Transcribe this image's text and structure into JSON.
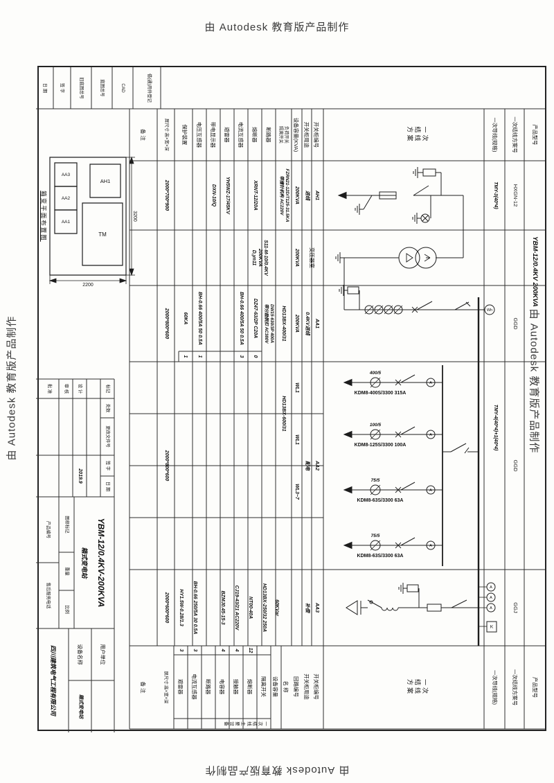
{
  "stamp": "由 Autodesk 教育版产品制作",
  "header": {
    "product_model_label": "产品型号",
    "product_model_value": "YBM-12/0.4KV 200KVA",
    "scheme_no_label": "一次结线方案号",
    "scheme_no": {
      "ah1": "HXGN-12",
      "aa1": "GGD",
      "aa2": "GGD",
      "aa3": "GGJ"
    },
    "conductor_label": "一次导线(规格)",
    "conductor": {
      "ah1": "TMY-3(40*4)",
      "lv": "TMY-4(40*4)+1(40*4)"
    }
  },
  "scheme_row_label": "一次\n结线\n方案",
  "left_rows": {
    "panel_no": "开关柜编号",
    "panel_use": "开关柜用途",
    "capacity": "设备容量(KVA)",
    "load_switch": "负荷开关\n隔离开关",
    "breaker": "断路器",
    "fuse": "熔断器",
    "ct": "电流互感器",
    "arrester": "避雷器",
    "live_display": "带电显示器",
    "pt": "电压互感器",
    "protection": "保护装置",
    "size": "屏尺寸:高×宽×深",
    "note": "备  注"
  },
  "right_rows": {
    "panel_no": "开关柜编号",
    "panel_use": "开关柜用途",
    "circuit_no": "回路编号",
    "name": "名  称",
    "capacity": "设备容量",
    "isolator": "隔离开关",
    "fuse": "熔断器",
    "contactor": "接触器",
    "capacitor": "电容器",
    "breaker": "断路器",
    "ct": "电流互感器",
    "arrester": "避雷器",
    "size": "屏尺寸:高×宽×深",
    "note": "备  注",
    "group": "一\n次\n结\n线\n主\n要\n设\n备",
    "qty": {
      "fuse": "12",
      "contactor": "4",
      "capacitor": "4",
      "ct": "3",
      "arrester": "3"
    }
  },
  "panels": {
    "ah1": {
      "no": "AH1",
      "use": "进线",
      "capacity": "200KVA",
      "load_switch": "FZRN21-12D/T125-31.5KA\n带撞针机构 AC220V",
      "fuse": "XRNT-12/20A",
      "arrester": "YH5WZ-17/45KV",
      "live_display": "DXN-10/Q",
      "size": "2000*700*900"
    },
    "tr": {
      "name": "变压器室",
      "capacity": "200KVA",
      "transformer": "S11-M-10/0.4KV\n200KVA\nD,yn11"
    },
    "aa1": {
      "no": "AA1",
      "use": "0.4KV进线",
      "capacity": "200KVA",
      "isolator": "HD13BX-400/31",
      "breaker": "DW15-630/3P 400A\n带分励脱扣 AC380V",
      "fuse": "DZ47-63/2P C20A",
      "fuse_qty": "0",
      "ct": "BH-0.66 400/5A 50 0.5A",
      "ct_qty": "3",
      "pt": "BH-0.66 400/5A 50 0.5A",
      "pt_qty": "1",
      "protection": "60KA",
      "protection_qty": "1",
      "size": "2000*800*600",
      "meter": "Wh"
    },
    "aa2": {
      "no": "AA2",
      "use": "配电",
      "isolator": "HD13BX-600/31",
      "size": "2000*800*600",
      "ammeter": "A",
      "feeders": [
        {
          "circuit": "WL1",
          "ct": "400/5",
          "breaker": "KDM8-400S/3300 315A"
        },
        {
          "circuit": "WL1",
          "ct": "100/5",
          "breaker": "KDM8-125S/3300 100A"
        },
        {
          "circuit": "WL3~7",
          "ct": "75/5",
          "breaker": "KDM8-63S/3300 63A"
        },
        {
          "circuit": "",
          "ct": "75/5",
          "breaker": "KDM8-63S/3300 63A"
        }
      ]
    },
    "aa3": {
      "no": "AA3",
      "use": "补偿",
      "capacity": "60KVar",
      "isolator": "HD13BX-250/32 250A",
      "fuse": "NT00-40A",
      "contactor": "CJ19-43/21 AC220V",
      "capacitor": "BZMJ0.45-15-3",
      "ct": "BH-0.66 250/5A 30 0.5A",
      "arrester": "HY1.5W-0.28/1.3",
      "size": "2000*600*600",
      "controller": "K",
      "ammeter": "A"
    }
  },
  "plan": {
    "caption": "箱变平面布置图",
    "dim_w": "3200",
    "dim_h": "2200",
    "rooms": {
      "ah1": "AH1",
      "tm": "TM",
      "aa1": "AA1",
      "aa2": "AA2",
      "aa3": "AA3"
    }
  },
  "title_block": {
    "rev_headers": [
      "标记",
      "处数",
      "更改文件号",
      "签 字",
      "日 期"
    ],
    "sign_rows": [
      "设 计",
      "审 核",
      "批 准"
    ],
    "date": "2019.9",
    "drawing_mark": "图样标记",
    "weight": "重量",
    "scale": "比例",
    "title": "YBM-12/0.4KV-200KVA",
    "subtitle": "箱式变电站",
    "client_label": "用户单位",
    "device_label": "设备名称",
    "device_value": "箱式变电站",
    "product_no_label": "产品编号",
    "service_label": "售后服务电话",
    "company": "四川建筑电气工程有限公司"
  },
  "margin": {
    "cells": [
      "借(通)用件登记",
      "CAD",
      "底图总号",
      "旧底图总号",
      "签 字",
      "日 期"
    ]
  }
}
